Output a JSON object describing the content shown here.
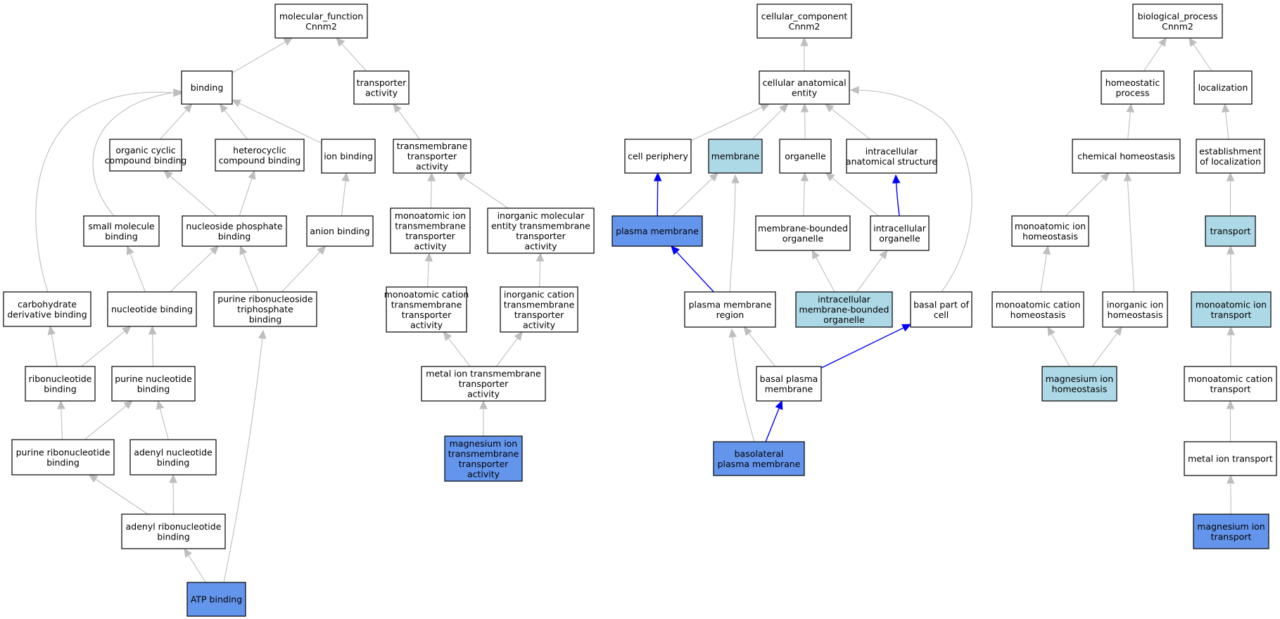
{
  "colors": {
    "node_plain": "#ffffff",
    "node_light": "#add8e6",
    "node_dark": "#6495ed",
    "edge_gray": "#bebebe",
    "edge_blue": "#0000ff",
    "border": "#000000"
  },
  "graph": {
    "nodes": [
      {
        "id": "mf",
        "label": "molecular_function\nCnnm2",
        "fill": "plain"
      },
      {
        "id": "binding",
        "label": "binding",
        "fill": "plain"
      },
      {
        "id": "transporter",
        "label": "transporter\nactivity",
        "fill": "plain"
      },
      {
        "id": "orgcyc",
        "label": "organic cyclic\ncompound binding",
        "fill": "plain"
      },
      {
        "id": "hetcyc",
        "label": "heterocyclic\ncompound binding",
        "fill": "plain"
      },
      {
        "id": "ionb",
        "label": "ion binding",
        "fill": "plain"
      },
      {
        "id": "tmta",
        "label": "transmembrane\ntransporter\nactivity",
        "fill": "plain"
      },
      {
        "id": "smallmol",
        "label": "small molecule\nbinding",
        "fill": "plain"
      },
      {
        "id": "nucphos",
        "label": "nucleoside phosphate\nbinding",
        "fill": "plain"
      },
      {
        "id": "anionb",
        "label": "anion binding",
        "fill": "plain"
      },
      {
        "id": "monoion_tm",
        "label": "monoatomic ion\ntransmembrane\ntransporter\nactivity",
        "fill": "plain"
      },
      {
        "id": "inorgmol",
        "label": "inorganic molecular\nentity transmembrane\ntransporter\nactivity",
        "fill": "plain"
      },
      {
        "id": "carbo",
        "label": "carbohydrate\nderivative binding",
        "fill": "plain"
      },
      {
        "id": "nucb",
        "label": "nucleotide binding",
        "fill": "plain"
      },
      {
        "id": "purtri",
        "label": "purine ribonucleoside\ntriphosphate\nbinding",
        "fill": "plain"
      },
      {
        "id": "monocat_tm",
        "label": "monoatomic cation\ntransmembrane\ntransporter\nactivity",
        "fill": "plain"
      },
      {
        "id": "inorgcat",
        "label": "inorganic cation\ntransmembrane\ntransporter\nactivity",
        "fill": "plain"
      },
      {
        "id": "ribob",
        "label": "ribonucleotide\nbinding",
        "fill": "plain"
      },
      {
        "id": "purnucb",
        "label": "purine nucleotide\nbinding",
        "fill": "plain"
      },
      {
        "id": "metalion_tm",
        "label": "metal ion transmembrane\ntransporter\nactivity",
        "fill": "plain"
      },
      {
        "id": "purribo",
        "label": "purine ribonucleotide\nbinding",
        "fill": "plain"
      },
      {
        "id": "adenylnuc",
        "label": "adenyl nucleotide\nbinding",
        "fill": "plain"
      },
      {
        "id": "mgion_tm",
        "label": "magnesium ion\ntransmembrane\ntransporter\nactivity",
        "fill": "dark"
      },
      {
        "id": "adenylribo",
        "label": "adenyl ribonucleotide\nbinding",
        "fill": "plain"
      },
      {
        "id": "atp",
        "label": "ATP binding",
        "fill": "dark"
      },
      {
        "id": "cc",
        "label": "cellular_component\nCnnm2",
        "fill": "plain"
      },
      {
        "id": "cae",
        "label": "cellular anatomical\nentity",
        "fill": "plain"
      },
      {
        "id": "cellper",
        "label": "cell periphery",
        "fill": "plain"
      },
      {
        "id": "membrane",
        "label": "membrane",
        "fill": "light"
      },
      {
        "id": "organelle",
        "label": "organelle",
        "fill": "plain"
      },
      {
        "id": "intraanat",
        "label": "intracellular\nanatomical structure",
        "fill": "plain"
      },
      {
        "id": "plasmamem",
        "label": "plasma membrane",
        "fill": "dark"
      },
      {
        "id": "membound",
        "label": "membrane-bounded\norganelle",
        "fill": "plain"
      },
      {
        "id": "intraorg",
        "label": "intracellular\norganelle",
        "fill": "plain"
      },
      {
        "id": "pmregion",
        "label": "plasma membrane\nregion",
        "fill": "plain"
      },
      {
        "id": "intramembound",
        "label": "intracellular\nmembrane-bounded\norganelle",
        "fill": "light"
      },
      {
        "id": "basalpart",
        "label": "basal part of\ncell",
        "fill": "plain"
      },
      {
        "id": "basalpm",
        "label": "basal plasma\nmembrane",
        "fill": "plain"
      },
      {
        "id": "basolat",
        "label": "basolateral\nplasma membrane",
        "fill": "dark"
      },
      {
        "id": "bp",
        "label": "biological_process\nCnnm2",
        "fill": "plain"
      },
      {
        "id": "homeo",
        "label": "homeostatic\nprocess",
        "fill": "plain"
      },
      {
        "id": "local",
        "label": "localization",
        "fill": "plain"
      },
      {
        "id": "chemhomeo",
        "label": "chemical homeostasis",
        "fill": "plain"
      },
      {
        "id": "estab",
        "label": "establishment\nof localization",
        "fill": "plain"
      },
      {
        "id": "monoionhomeo",
        "label": "monoatomic ion\nhomeostasis",
        "fill": "plain"
      },
      {
        "id": "transport",
        "label": "transport",
        "fill": "light"
      },
      {
        "id": "monocathomeo",
        "label": "monoatomic cation\nhomeostasis",
        "fill": "plain"
      },
      {
        "id": "inorghomeo",
        "label": "inorganic ion\nhomeostasis",
        "fill": "plain"
      },
      {
        "id": "monoiontrans",
        "label": "monoatomic ion\ntransport",
        "fill": "light"
      },
      {
        "id": "mghomeo",
        "label": "magnesium ion\nhomeostasis",
        "fill": "light"
      },
      {
        "id": "monocattrans",
        "label": "monoatomic cation\ntransport",
        "fill": "plain"
      },
      {
        "id": "metaliontrans",
        "label": "metal ion transport",
        "fill": "plain"
      },
      {
        "id": "mgtrans",
        "label": "magnesium ion\ntransport",
        "fill": "dark"
      }
    ],
    "edges": [
      {
        "from": "binding",
        "to": "mf",
        "color": "gray"
      },
      {
        "from": "transporter",
        "to": "mf",
        "color": "gray"
      },
      {
        "from": "orgcyc",
        "to": "binding",
        "color": "gray"
      },
      {
        "from": "hetcyc",
        "to": "binding",
        "color": "gray"
      },
      {
        "from": "ionb",
        "to": "binding",
        "color": "gray"
      },
      {
        "from": "smallmol",
        "to": "binding",
        "color": "gray"
      },
      {
        "from": "carbo",
        "to": "binding",
        "color": "gray"
      },
      {
        "from": "tmta",
        "to": "transporter",
        "color": "gray"
      },
      {
        "from": "nucphos",
        "to": "orgcyc",
        "color": "gray"
      },
      {
        "from": "nucphos",
        "to": "hetcyc",
        "color": "gray"
      },
      {
        "from": "anionb",
        "to": "ionb",
        "color": "gray"
      },
      {
        "from": "monoion_tm",
        "to": "tmta",
        "color": "gray"
      },
      {
        "from": "inorgmol",
        "to": "tmta",
        "color": "gray"
      },
      {
        "from": "nucb",
        "to": "smallmol",
        "color": "gray"
      },
      {
        "from": "nucb",
        "to": "nucphos",
        "color": "gray"
      },
      {
        "from": "purtri",
        "to": "nucphos",
        "color": "gray"
      },
      {
        "from": "purtri",
        "to": "anionb",
        "color": "gray"
      },
      {
        "from": "monocat_tm",
        "to": "monoion_tm",
        "color": "gray"
      },
      {
        "from": "inorgcat",
        "to": "inorgmol",
        "color": "gray"
      },
      {
        "from": "ribob",
        "to": "carbo",
        "color": "gray"
      },
      {
        "from": "ribob",
        "to": "nucb",
        "color": "gray"
      },
      {
        "from": "purnucb",
        "to": "nucb",
        "color": "gray"
      },
      {
        "from": "metalion_tm",
        "to": "monocat_tm",
        "color": "gray"
      },
      {
        "from": "metalion_tm",
        "to": "inorgcat",
        "color": "gray"
      },
      {
        "from": "purribo",
        "to": "ribob",
        "color": "gray"
      },
      {
        "from": "purribo",
        "to": "purnucb",
        "color": "gray"
      },
      {
        "from": "adenylnuc",
        "to": "purnucb",
        "color": "gray"
      },
      {
        "from": "mgion_tm",
        "to": "metalion_tm",
        "color": "gray"
      },
      {
        "from": "adenylribo",
        "to": "purribo",
        "color": "gray"
      },
      {
        "from": "adenylribo",
        "to": "adenylnuc",
        "color": "gray"
      },
      {
        "from": "atp",
        "to": "adenylribo",
        "color": "gray"
      },
      {
        "from": "atp",
        "to": "purtri",
        "color": "gray"
      },
      {
        "from": "cae",
        "to": "cc",
        "color": "gray"
      },
      {
        "from": "cellper",
        "to": "cae",
        "color": "gray"
      },
      {
        "from": "membrane",
        "to": "cae",
        "color": "gray"
      },
      {
        "from": "organelle",
        "to": "cae",
        "color": "gray"
      },
      {
        "from": "intraanat",
        "to": "cae",
        "color": "gray"
      },
      {
        "from": "basalpart",
        "to": "cae",
        "color": "gray"
      },
      {
        "from": "plasmamem",
        "to": "cellper",
        "color": "blue"
      },
      {
        "from": "plasmamem",
        "to": "membrane",
        "color": "gray"
      },
      {
        "from": "pmregion",
        "to": "membrane",
        "color": "gray"
      },
      {
        "from": "membound",
        "to": "organelle",
        "color": "gray"
      },
      {
        "from": "intraorg",
        "to": "organelle",
        "color": "gray"
      },
      {
        "from": "intraorg",
        "to": "intraanat",
        "color": "blue"
      },
      {
        "from": "pmregion",
        "to": "plasmamem",
        "color": "blue"
      },
      {
        "from": "intramembound",
        "to": "membound",
        "color": "gray"
      },
      {
        "from": "intramembound",
        "to": "intraorg",
        "color": "gray"
      },
      {
        "from": "basalpm",
        "to": "pmregion",
        "color": "gray"
      },
      {
        "from": "basalpm",
        "to": "basalpart",
        "color": "blue"
      },
      {
        "from": "basolat",
        "to": "pmregion",
        "color": "gray"
      },
      {
        "from": "basolat",
        "to": "basalpm",
        "color": "blue"
      },
      {
        "from": "homeo",
        "to": "bp",
        "color": "gray"
      },
      {
        "from": "local",
        "to": "bp",
        "color": "gray"
      },
      {
        "from": "chemhomeo",
        "to": "homeo",
        "color": "gray"
      },
      {
        "from": "estab",
        "to": "local",
        "color": "gray"
      },
      {
        "from": "monoionhomeo",
        "to": "chemhomeo",
        "color": "gray"
      },
      {
        "from": "inorghomeo",
        "to": "chemhomeo",
        "color": "gray"
      },
      {
        "from": "transport",
        "to": "estab",
        "color": "gray"
      },
      {
        "from": "monocathomeo",
        "to": "monoionhomeo",
        "color": "gray"
      },
      {
        "from": "mghomeo",
        "to": "monocathomeo",
        "color": "gray"
      },
      {
        "from": "mghomeo",
        "to": "inorghomeo",
        "color": "gray"
      },
      {
        "from": "monoiontrans",
        "to": "transport",
        "color": "gray"
      },
      {
        "from": "monocattrans",
        "to": "monoiontrans",
        "color": "gray"
      },
      {
        "from": "metaliontrans",
        "to": "monocattrans",
        "color": "gray"
      },
      {
        "from": "mgtrans",
        "to": "metaliontrans",
        "color": "gray"
      }
    ]
  }
}
